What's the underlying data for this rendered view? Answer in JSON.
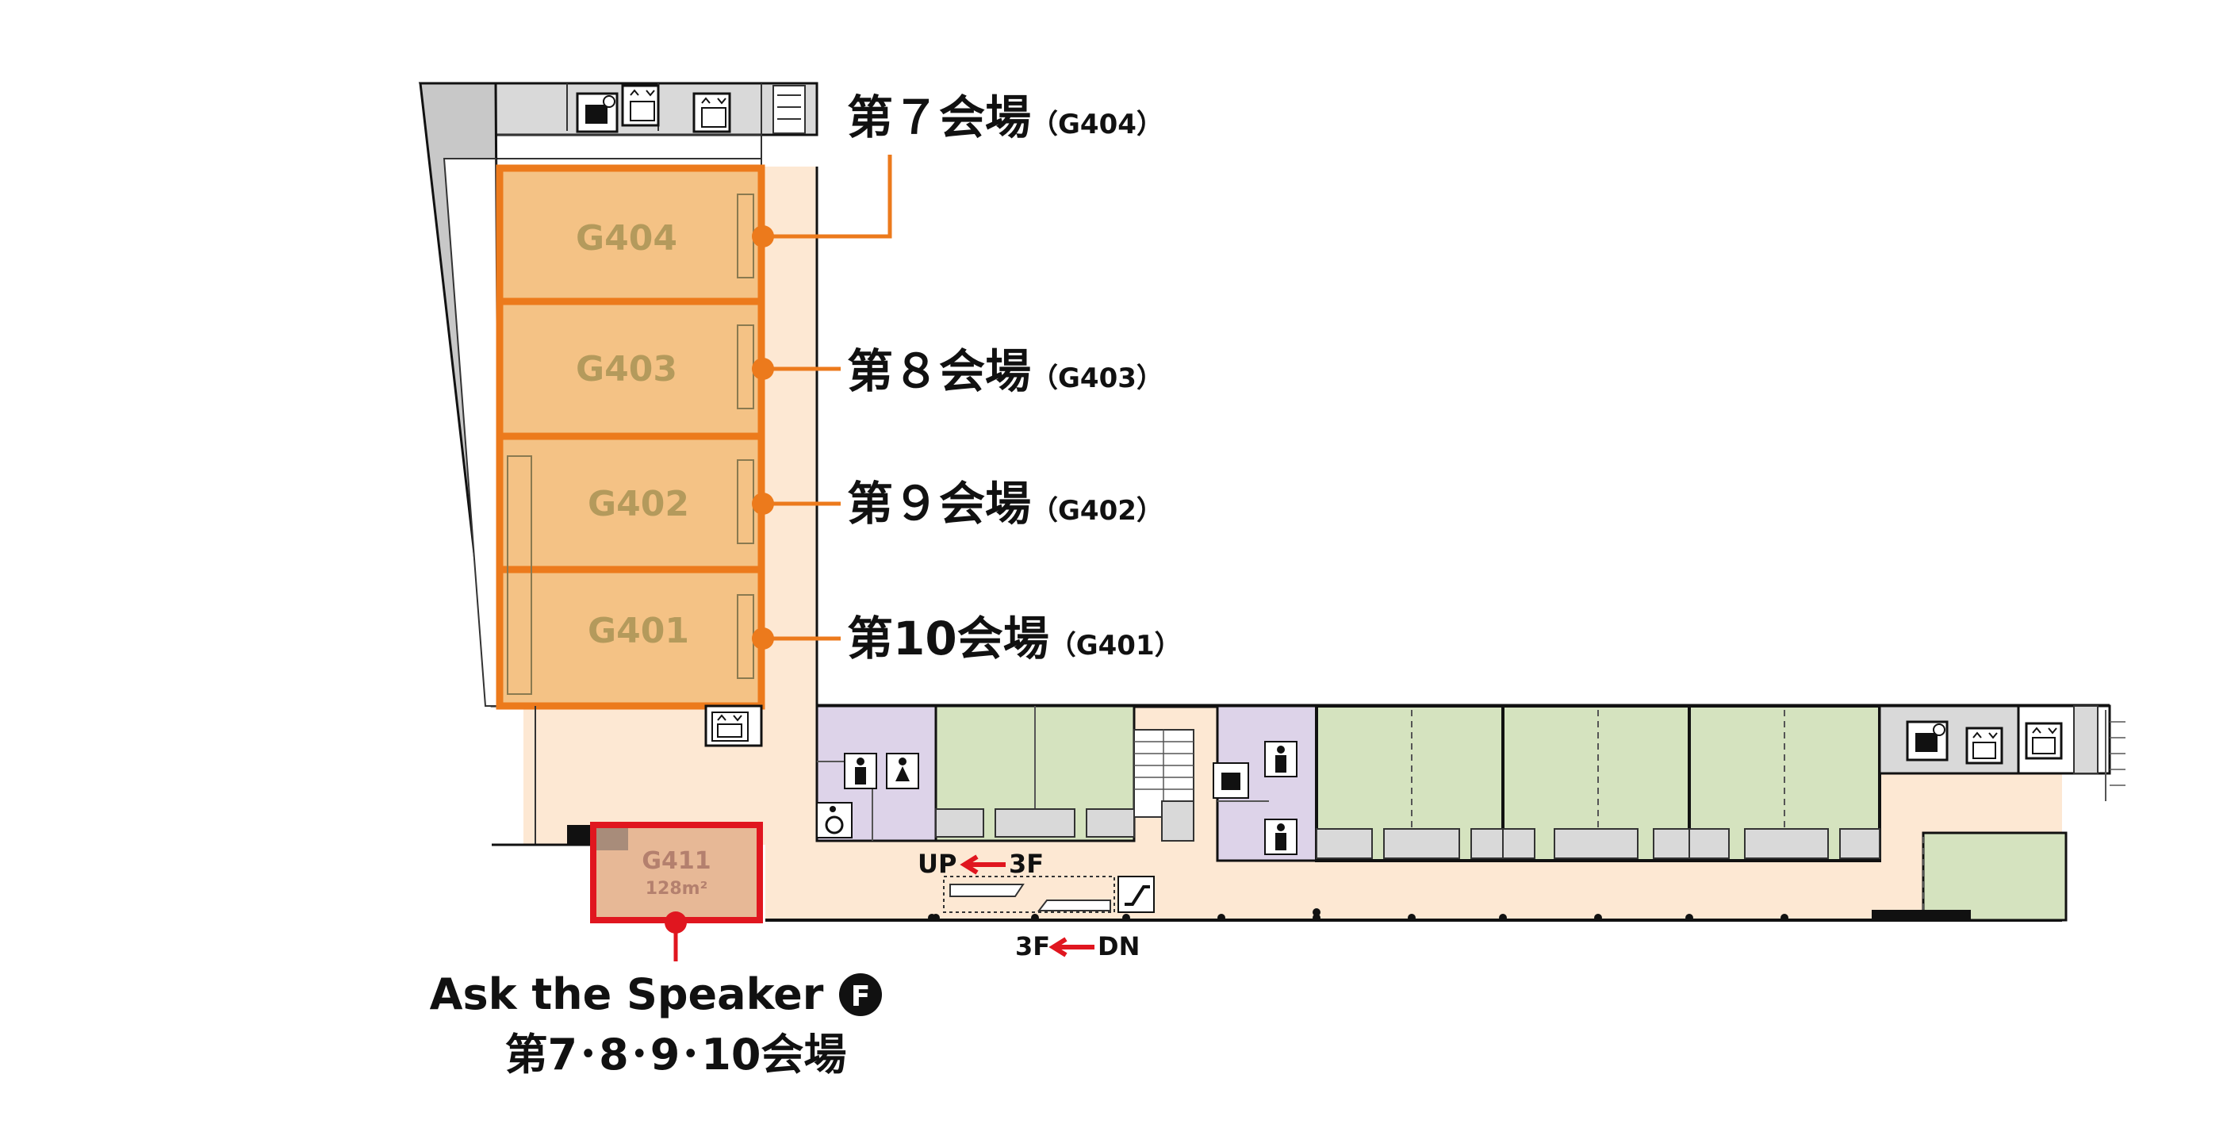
{
  "colors": {
    "venue_orange": "#ec7a1c",
    "venue_fill": "#f4c285",
    "corridor": "#fde8d3",
    "meeting_green": "#d5e3bf",
    "restroom_purple": "#ddd3e9",
    "service_gray": "#d2d2d2",
    "ask_red": "#e0161f",
    "g411_fill": "#e7b896"
  },
  "rooms": [
    {
      "code": "G404",
      "hall": "第７会場",
      "paren": "（G404）"
    },
    {
      "code": "G403",
      "hall": "第８会場",
      "paren": "（G403）"
    },
    {
      "code": "G402",
      "hall": "第９会場",
      "paren": "（G402）"
    },
    {
      "code": "G401",
      "hall": "第10会場",
      "paren": "（G401）"
    }
  ],
  "g411": {
    "code": "G411",
    "area": "128m²"
  },
  "ask": {
    "line1": "Ask the Speaker",
    "badge": "F",
    "line2": "第7･8･9･10会場"
  },
  "escalator": {
    "up": "UP",
    "up_to": "3F",
    "dn_from": "3F",
    "dn": "DN"
  },
  "icons": [
    "elevator-icon",
    "restroom-male-icon",
    "restroom-female-icon",
    "wheelchair-icon",
    "escalator-icon",
    "vending-icon",
    "multipurpose-toilet-icon"
  ]
}
